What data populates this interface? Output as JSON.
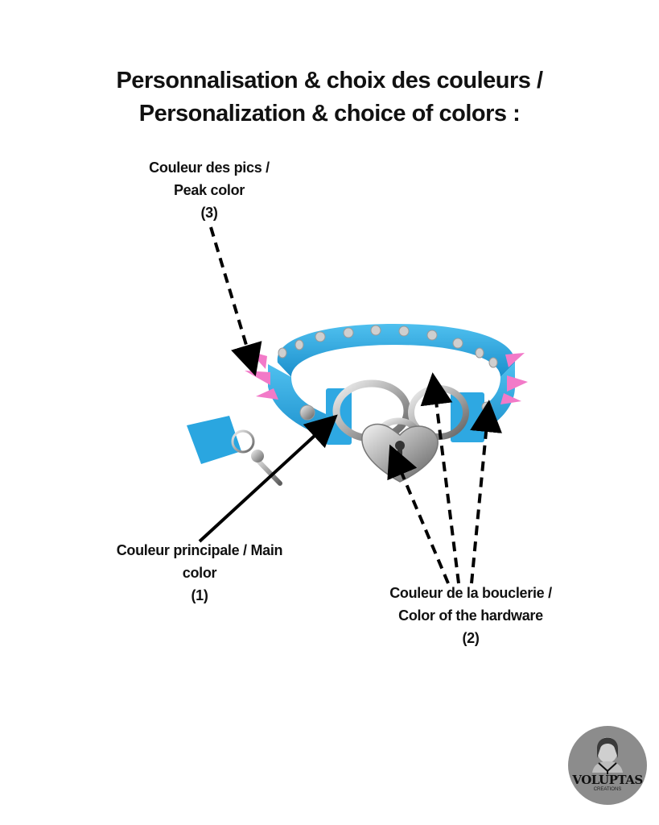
{
  "title": {
    "line1": "Personnalisation & choix des couleurs /",
    "line2": "Personalization & choice of colors :"
  },
  "labels": {
    "peak": {
      "line1": "Couleur des pics /",
      "line2": "Peak color",
      "number": "(3)"
    },
    "main": {
      "line1": "Couleur principale / Main",
      "line2": "color",
      "number": "(1)"
    },
    "hardware": {
      "line1": "Couleur de la bouclerie /",
      "line2": "Color of the hardware",
      "number": "(2)"
    }
  },
  "colors": {
    "main_strap": "#2aa6e0",
    "spikes": "#f27ac8",
    "hardware": "#b8b8b8"
  },
  "logo": {
    "text": "VOLUPTAS",
    "subtitle": "CREATIONS"
  }
}
